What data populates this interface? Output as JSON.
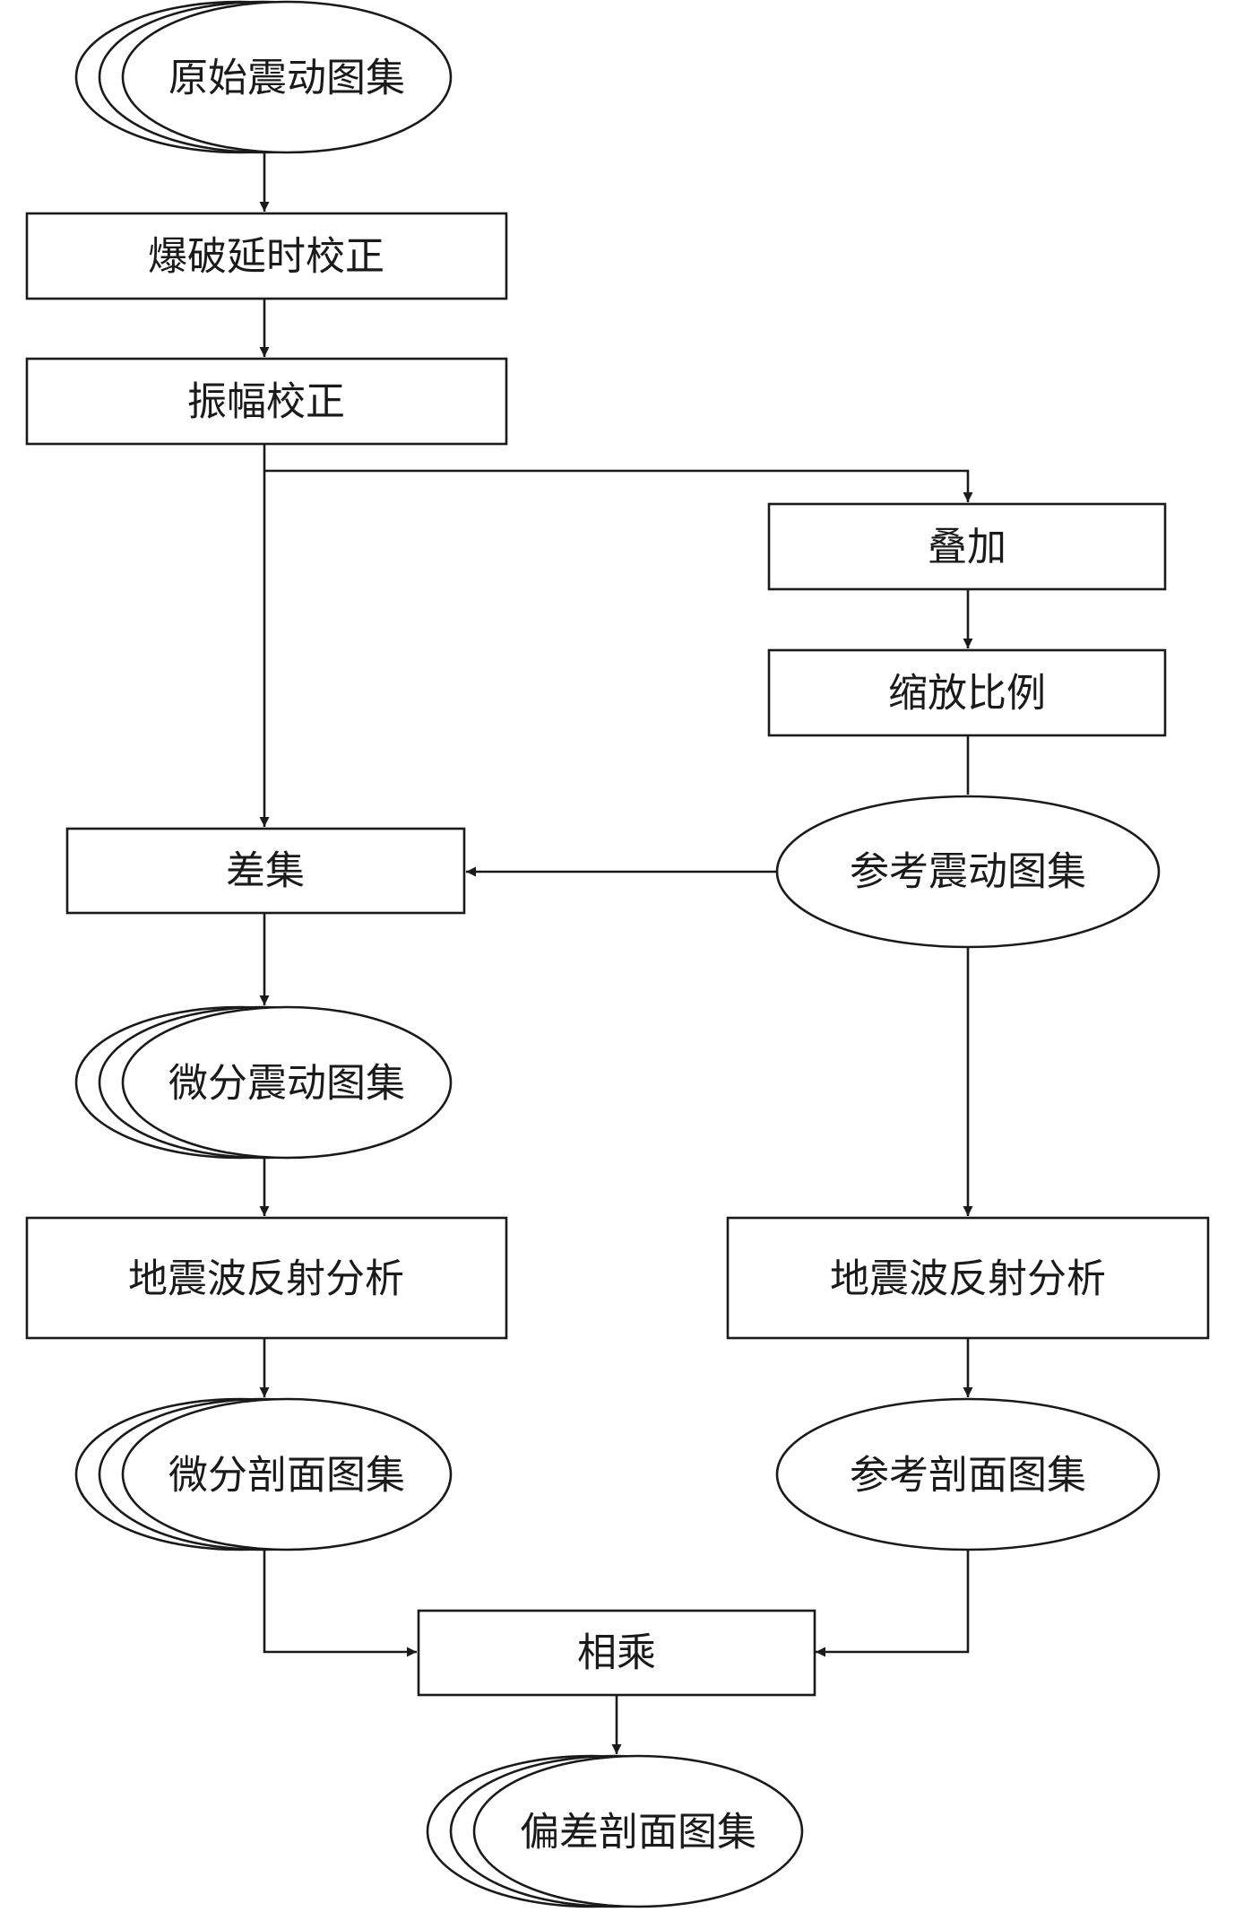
{
  "nodes": {
    "raw_gather": "原始震动图集",
    "blast_delay_correction": "爆破延时校正",
    "amplitude_correction": "振幅校正",
    "stack": "叠加",
    "scaling": "缩放比例",
    "reference_gather": "参考震动图集",
    "difference_set": "差集",
    "differential_gather": "微分震动图集",
    "reflection_analysis_left": "地震波反射分析",
    "reflection_analysis_right": "地震波反射分析",
    "differential_section_gather": "微分剖面图集",
    "reference_section_gather": "参考剖面图集",
    "multiply": "相乘",
    "deviation_section_gather": "偏差剖面图集"
  },
  "colors": {
    "stroke": "#1a1a1a",
    "fill": "#ffffff",
    "text": "#1a1a1a"
  }
}
